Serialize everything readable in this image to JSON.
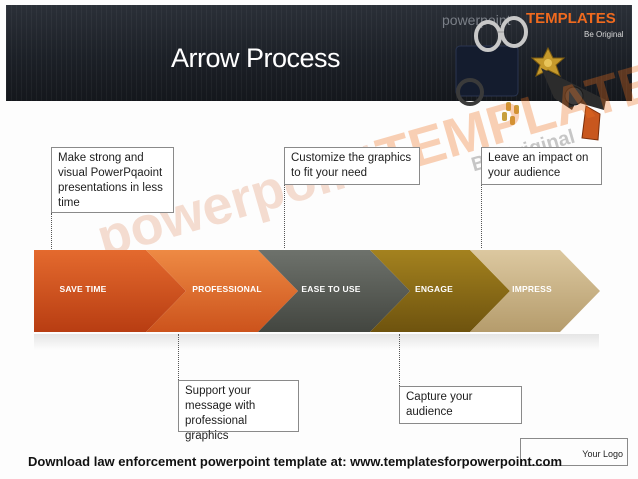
{
  "slide": {
    "title": "Arrow Process",
    "brand": {
      "powerpoint": "powerpoint",
      "templates": "TEMPLATES",
      "tagline": "Be Original"
    },
    "watermark": {
      "powerpoint": "powerpoint",
      "templates": "TEMPLATES",
      "tagline": "Be Original"
    },
    "illustration": "police-equipment-image"
  },
  "callouts": {
    "top": [
      {
        "text": "Make strong and visual PowerPqaoint presentations in less time"
      },
      {
        "text": "Customize the graphics to fit your need"
      },
      {
        "text": "Leave an impact on your audience"
      }
    ],
    "bottom": [
      {
        "text": "Support your message with professional graphics"
      },
      {
        "text": "Capture your audience"
      }
    ]
  },
  "arrows": [
    {
      "label": "SAVE TIME",
      "color": "#d9501a"
    },
    {
      "label": "PROFESSIONAL",
      "color": "#e26a2a"
    },
    {
      "label": "EASE TO USE",
      "color": "#5b5e5a"
    },
    {
      "label": "ENGAGE",
      "color": "#8a6b18"
    },
    {
      "label": "IMPRESS",
      "color": "#c9b48a"
    }
  ],
  "footer": {
    "text": "Download law enforcement powerpoint template at: www.templatesforpowerpoint.com",
    "logo": "Your Logo"
  }
}
